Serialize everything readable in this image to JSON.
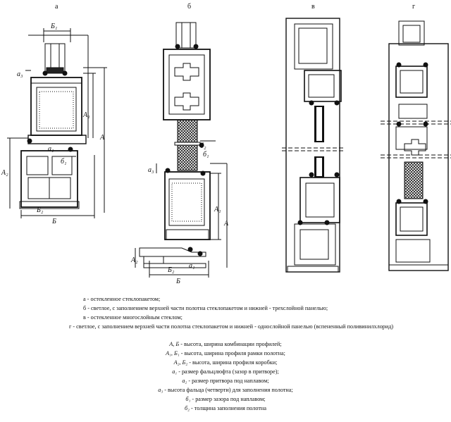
{
  "panels": [
    "а",
    "б",
    "в",
    "г"
  ],
  "dims": {
    "B1": "Б₁",
    "A1": "А₁",
    "A": "А",
    "A2": "А₂",
    "B2": "Б₂",
    "B": "Б",
    "a3": "а₃",
    "a1": "а₁",
    "b1": "б₁",
    "b2": "б₂",
    "a2": "а₂"
  },
  "legend": {
    "a": "а - остекленное стеклопакетом;",
    "b": "б - светлое, с заполнением верхней части полотна стеклопакетом и нижней - трехслойной панелью;",
    "v": "в - остекленное многослойным стеклом;",
    "g": "г - светлое, с заполнением верхней части полотна стеклопакетом и нижней - однослойной панелью (вспененный поливинилхлорид)",
    "defs": [
      {
        "sym": "А, Б",
        "text": " - высота, ширина комбинации профилей;"
      },
      {
        "sym": "А₁, Б₁",
        "text": " - высота, ширина профиля рамки полотна;"
      },
      {
        "sym": "А₂, Б₂",
        "text": " - высота, ширина профиля коробки;"
      },
      {
        "sym": "а₁",
        "text": " - размер фальцлюфта (зазор в притворе);"
      },
      {
        "sym": "а₂",
        "text": " - размер притвора под наплавом;"
      },
      {
        "sym": "а₃",
        "text": " - высота фальца (четверти) для заполнения полотна;"
      },
      {
        "sym": "б₁",
        "text": " - размер зазора под наплавом;"
      },
      {
        "sym": "б₂",
        "text": " - толщина заполнения полотна"
      }
    ]
  }
}
